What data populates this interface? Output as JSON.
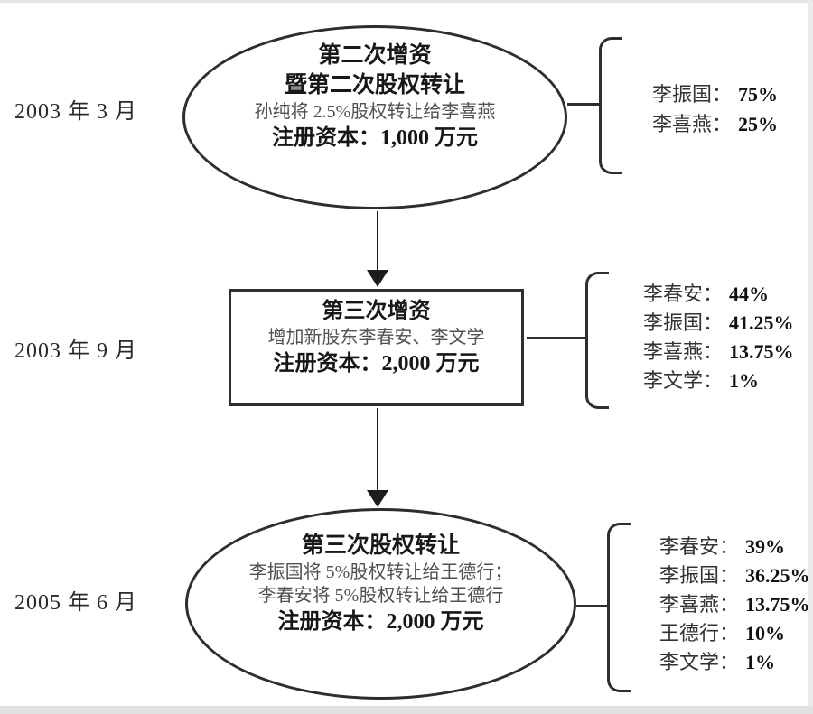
{
  "colors": {
    "ink": "#1c1c1c",
    "muted": "#505050",
    "edge": "#e2e2e2"
  },
  "rows": [
    {
      "date": "2003 年 3 月",
      "node": {
        "shape": "ellipse",
        "title_lines": [
          "第二次增资",
          "暨第二次股权转让"
        ],
        "detail_lines": [
          "孙纯将 2.5%股权转让给李喜燕"
        ],
        "capital": "注册资本：1,000 万元"
      },
      "shareholders": [
        {
          "label": "李振国：",
          "value": "75%"
        },
        {
          "label": "李喜燕：",
          "value": "25%"
        }
      ]
    },
    {
      "date": "2003 年 9 月",
      "node": {
        "shape": "rectangle",
        "title_lines": [
          "第三次增资"
        ],
        "detail_lines": [
          "增加新股东李春安、李文学"
        ],
        "capital": "注册资本：2,000 万元"
      },
      "shareholders": [
        {
          "label": "李春安：",
          "value": "44%"
        },
        {
          "label": "李振国：",
          "value": "41.25%"
        },
        {
          "label": "李喜燕：",
          "value": "13.75%"
        },
        {
          "label": "李文学：",
          "value": "1%"
        }
      ]
    },
    {
      "date": "2005 年 6 月",
      "node": {
        "shape": "ellipse",
        "title_lines": [
          "第三次股权转让"
        ],
        "detail_lines": [
          "李振国将 5%股权转让给王德行；",
          "李春安将 5%股权转让给王德行"
        ],
        "capital": "注册资本：2,000 万元"
      },
      "shareholders": [
        {
          "label": "李春安：",
          "value": "39%"
        },
        {
          "label": "李振国：",
          "value": "36.25%"
        },
        {
          "label": "李喜燕：",
          "value": "13.75%"
        },
        {
          "label": "王德行：",
          "value": "10%"
        },
        {
          "label": "李文学：",
          "value": "1%"
        }
      ]
    }
  ]
}
